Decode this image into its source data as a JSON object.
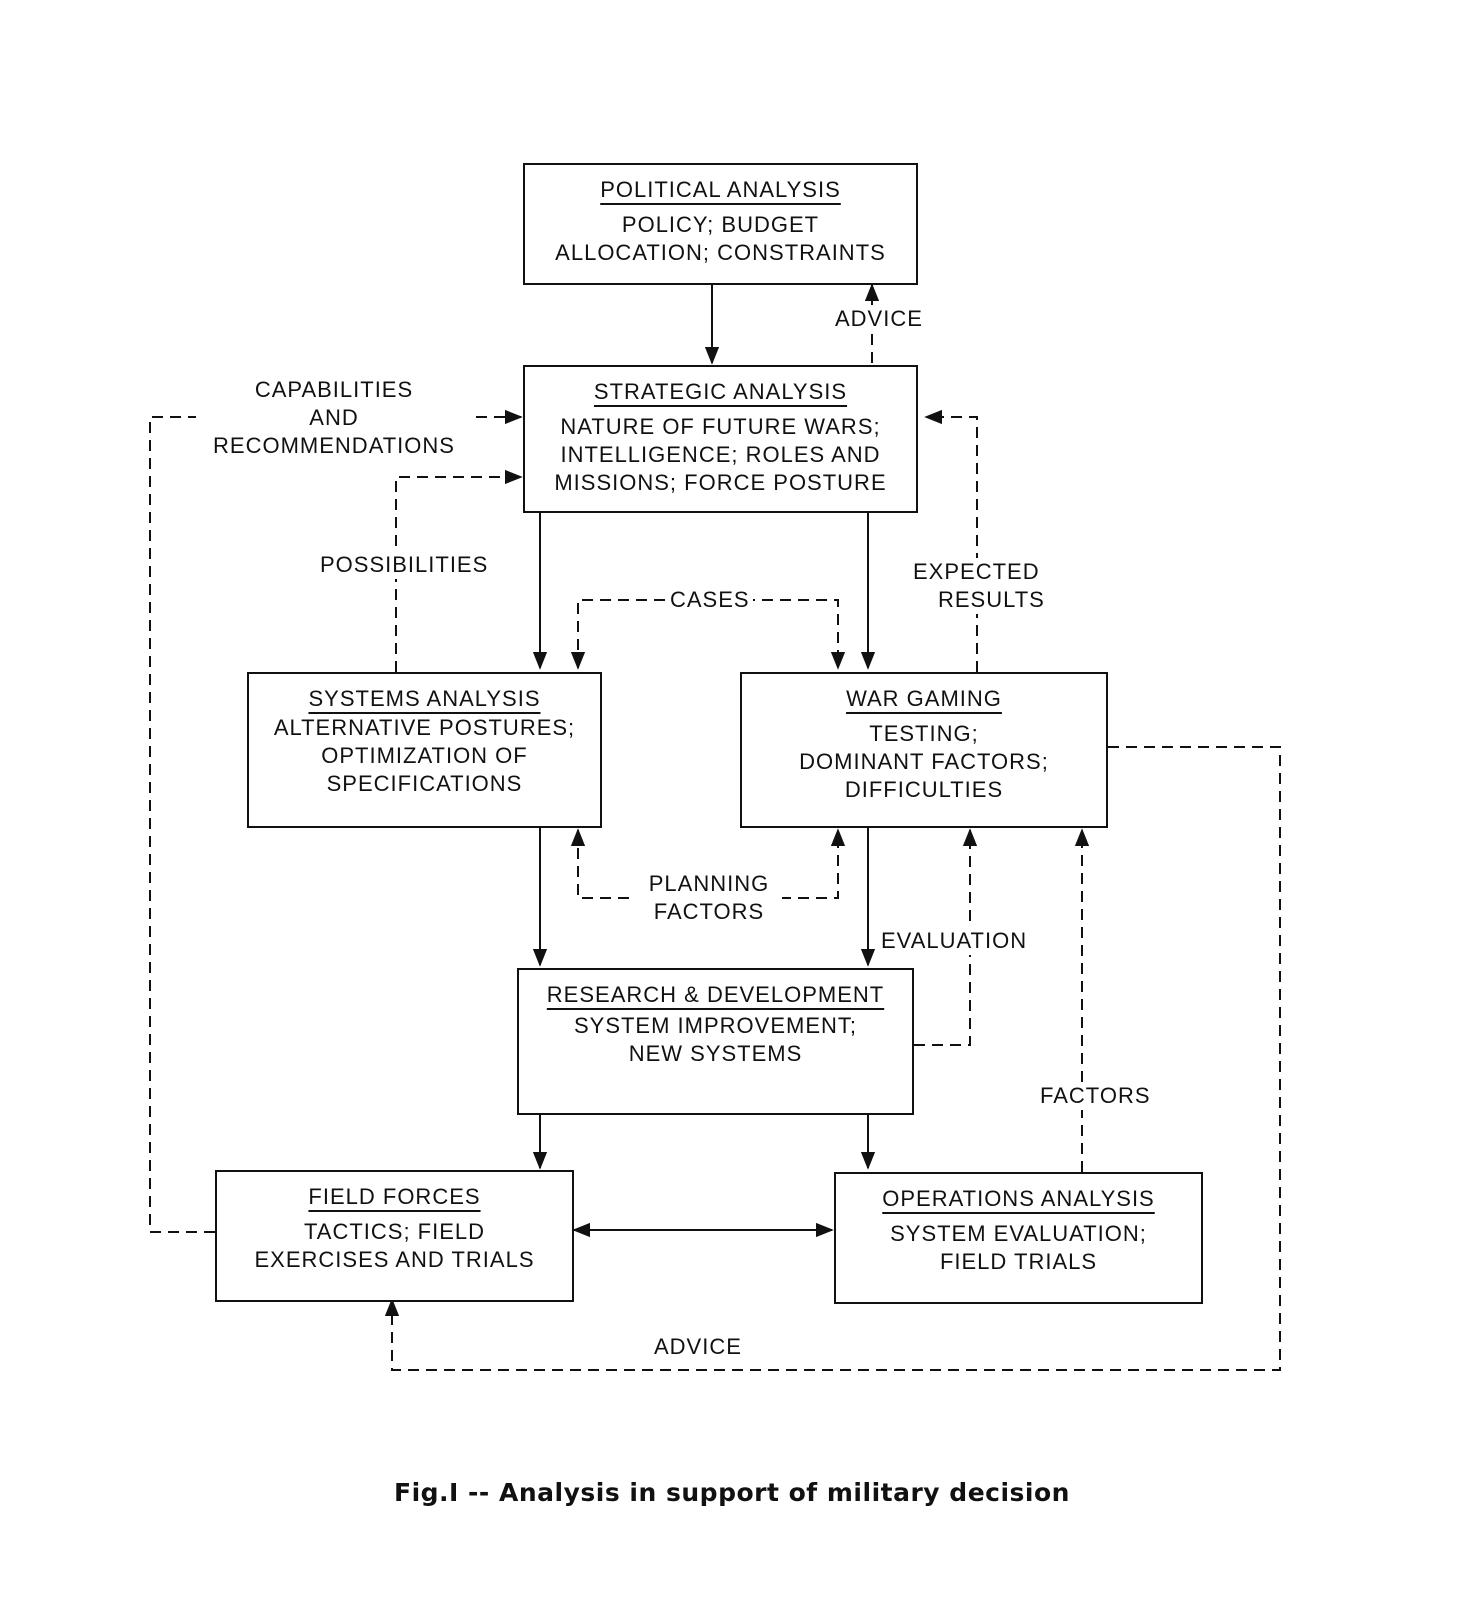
{
  "boxes": {
    "political": {
      "title": "POLITICAL ANALYSIS",
      "lines": [
        "POLICY; BUDGET",
        "ALLOCATION; CONSTRAINTS"
      ]
    },
    "strategic": {
      "title": "STRATEGIC ANALYSIS",
      "lines": [
        "NATURE OF FUTURE WARS;",
        "INTELLIGENCE; ROLES AND",
        "MISSIONS; FORCE POSTURE"
      ]
    },
    "systems": {
      "title": "SYSTEMS ANALYSIS",
      "lines": [
        "ALTERNATIVE POSTURES;",
        "OPTIMIZATION OF",
        "SPECIFICATIONS"
      ]
    },
    "wargaming": {
      "title": "WAR GAMING",
      "lines": [
        "TESTING;",
        "DOMINANT FACTORS;",
        "DIFFICULTIES"
      ]
    },
    "rnd": {
      "title": "RESEARCH & DEVELOPMENT",
      "lines": [
        "SYSTEM IMPROVEMENT;",
        "NEW SYSTEMS"
      ]
    },
    "field": {
      "title": "FIELD FORCES",
      "lines": [
        "TACTICS; FIELD",
        "EXERCISES AND TRIALS"
      ]
    },
    "operations": {
      "title": "OPERATIONS ANALYSIS",
      "lines": [
        "SYSTEM EVALUATION;",
        "FIELD TRIALS"
      ]
    }
  },
  "labels": {
    "advice_top": "ADVICE",
    "capabilities": [
      "CAPABILITIES",
      "AND",
      "RECOMMENDATIONS"
    ],
    "possibilities": "POSSIBILITIES",
    "cases": "CASES",
    "expected": [
      "EXPECTED",
      "RESULTS"
    ],
    "planning": [
      "PLANNING",
      "FACTORS"
    ],
    "evaluation": "EVALUATION",
    "factors": "FACTORS",
    "advice_bottom": "ADVICE"
  },
  "caption": "Fig.I -- Analysis in support of military decision"
}
